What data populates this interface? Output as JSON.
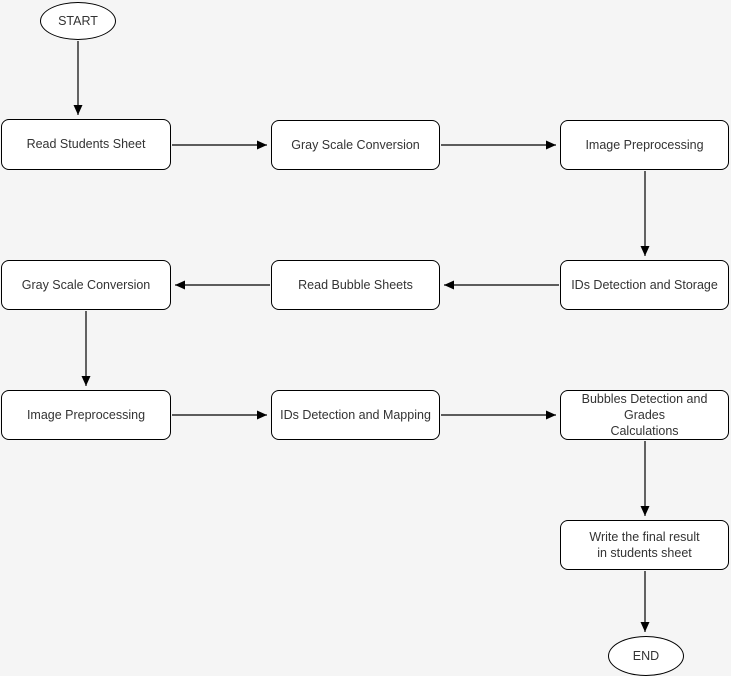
{
  "diagram": {
    "type": "flowchart",
    "background_color": "#f5f5f5",
    "node_fill_color": "#ffffff",
    "node_border_color": "#000000",
    "text_color": "#333333",
    "nodes": [
      {
        "id": "start",
        "shape": "terminator",
        "label": "START"
      },
      {
        "id": "read-students-sheet",
        "shape": "process",
        "label": "Read Students Sheet"
      },
      {
        "id": "gray-scale-conversion-1",
        "shape": "process",
        "label": "Gray Scale Conversion"
      },
      {
        "id": "image-preprocessing-1",
        "shape": "process",
        "label": "Image Preprocessing"
      },
      {
        "id": "ids-detection-and-storage",
        "shape": "process",
        "label": "IDs Detection and Storage"
      },
      {
        "id": "read-bubble-sheets",
        "shape": "process",
        "label": "Read Bubble Sheets"
      },
      {
        "id": "gray-scale-conversion-2",
        "shape": "process",
        "label": "Gray Scale Conversion"
      },
      {
        "id": "image-preprocessing-2",
        "shape": "process",
        "label": "Image Preprocessing"
      },
      {
        "id": "ids-detection-and-mapping",
        "shape": "process",
        "label": "IDs Detection and Mapping"
      },
      {
        "id": "bubbles-detection-and-grades-calculations",
        "shape": "process",
        "label": "Bubbles Detection and Grades\nCalculations"
      },
      {
        "id": "write-final-result",
        "shape": "process",
        "label": "Write the final result\nin students sheet"
      },
      {
        "id": "end",
        "shape": "terminator",
        "label": "END"
      }
    ],
    "edges": [
      {
        "from": "start",
        "to": "read-students-sheet"
      },
      {
        "from": "read-students-sheet",
        "to": "gray-scale-conversion-1"
      },
      {
        "from": "gray-scale-conversion-1",
        "to": "image-preprocessing-1"
      },
      {
        "from": "image-preprocessing-1",
        "to": "ids-detection-and-storage"
      },
      {
        "from": "ids-detection-and-storage",
        "to": "read-bubble-sheets"
      },
      {
        "from": "read-bubble-sheets",
        "to": "gray-scale-conversion-2"
      },
      {
        "from": "gray-scale-conversion-2",
        "to": "image-preprocessing-2"
      },
      {
        "from": "image-preprocessing-2",
        "to": "ids-detection-and-mapping"
      },
      {
        "from": "ids-detection-and-mapping",
        "to": "bubbles-detection-and-grades-calculations"
      },
      {
        "from": "bubbles-detection-and-grades-calculations",
        "to": "write-final-result"
      },
      {
        "from": "write-final-result",
        "to": "end"
      }
    ]
  }
}
